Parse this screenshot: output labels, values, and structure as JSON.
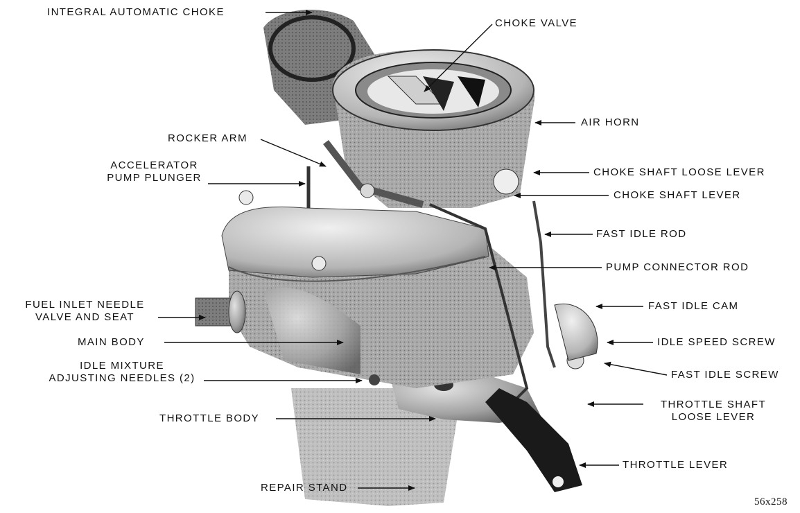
{
  "labels": {
    "integral_automatic_choke": "INTEGRAL AUTOMATIC CHOKE",
    "choke_valve": "CHOKE VALVE",
    "air_horn": "AIR HORN",
    "rocker_arm": "ROCKER ARM",
    "accelerator_pump_plunger_1": "ACCELERATOR",
    "accelerator_pump_plunger_2": "PUMP PLUNGER",
    "choke_shaft_loose_lever": "CHOKE SHAFT LOOSE LEVER",
    "choke_shaft_lever": "CHOKE SHAFT LEVER",
    "fast_idle_rod": "FAST IDLE ROD",
    "pump_connector_rod": "PUMP CONNECTOR ROD",
    "fuel_inlet_1": "FUEL INLET NEEDLE",
    "fuel_inlet_2": "VALVE AND SEAT",
    "fast_idle_cam": "FAST IDLE CAM",
    "main_body": "MAIN BODY",
    "idle_speed_screw": "IDLE SPEED SCREW",
    "idle_mixture_1": "IDLE MIXTURE",
    "idle_mixture_2": "ADJUSTING NEEDLES (2)",
    "fast_idle_screw": "FAST IDLE SCREW",
    "throttle_body": "THROTTLE BODY",
    "throttle_shaft_loose_lever_1": "THROTTLE SHAFT",
    "throttle_shaft_loose_lever_2": "LOOSE LEVER",
    "throttle_lever": "THROTTLE LEVER",
    "repair_stand": "REPAIR STAND"
  },
  "figure_code": "56x258"
}
